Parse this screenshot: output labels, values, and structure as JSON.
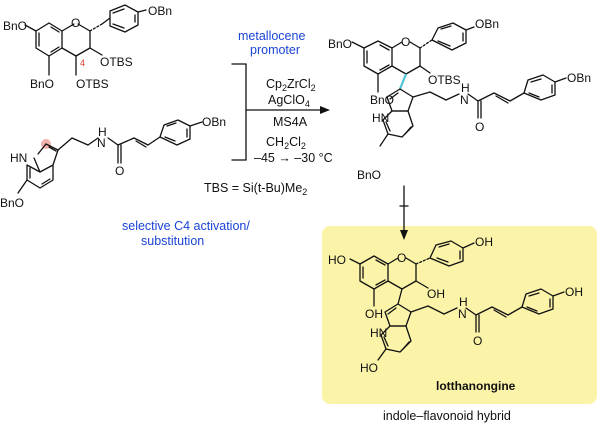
{
  "reaction": {
    "promoter_line1": "metallocene",
    "promoter_line2": "promoter",
    "reagent_cp2zrcl2": "Cp",
    "reagent_cp2zrcl2_sub": "2",
    "reagent_cp2zrcl2_rest": "ZrCl",
    "reagent_cp2zrcl2_sub2": "2",
    "reagent_agclo4": "AgClO",
    "reagent_agclo4_sub": "4",
    "reagent_ms4a": "MS4A",
    "solvent": "CH",
    "solvent_sub1": "2",
    "solvent_mid": "Cl",
    "solvent_sub2": "2",
    "temperature": "–45 → –30 °C",
    "tbs_definition": "TBS = Si(t-Bu)Me",
    "tbs_sub": "2",
    "activation_line1": "selective C4 activation/",
    "activation_line2": "substitution"
  },
  "labels": {
    "obn": "OBn",
    "bno": "BnO",
    "otbs": "OTBS",
    "oh": "OH",
    "ho": "HO",
    "o": "O",
    "hn": "HN",
    "h": "H",
    "n": "N",
    "c4_number": "4"
  },
  "product": {
    "name": "lotthanongine",
    "caption": "indole–flavonoid hybrid",
    "highlight_color": "#fbf3a8"
  },
  "colors": {
    "blue_text": "#1a44d6",
    "c4_marker": "#e23b2a",
    "indole_c2_marker": "#f2b0aa",
    "new_bond_color": "#4fc3d9"
  }
}
